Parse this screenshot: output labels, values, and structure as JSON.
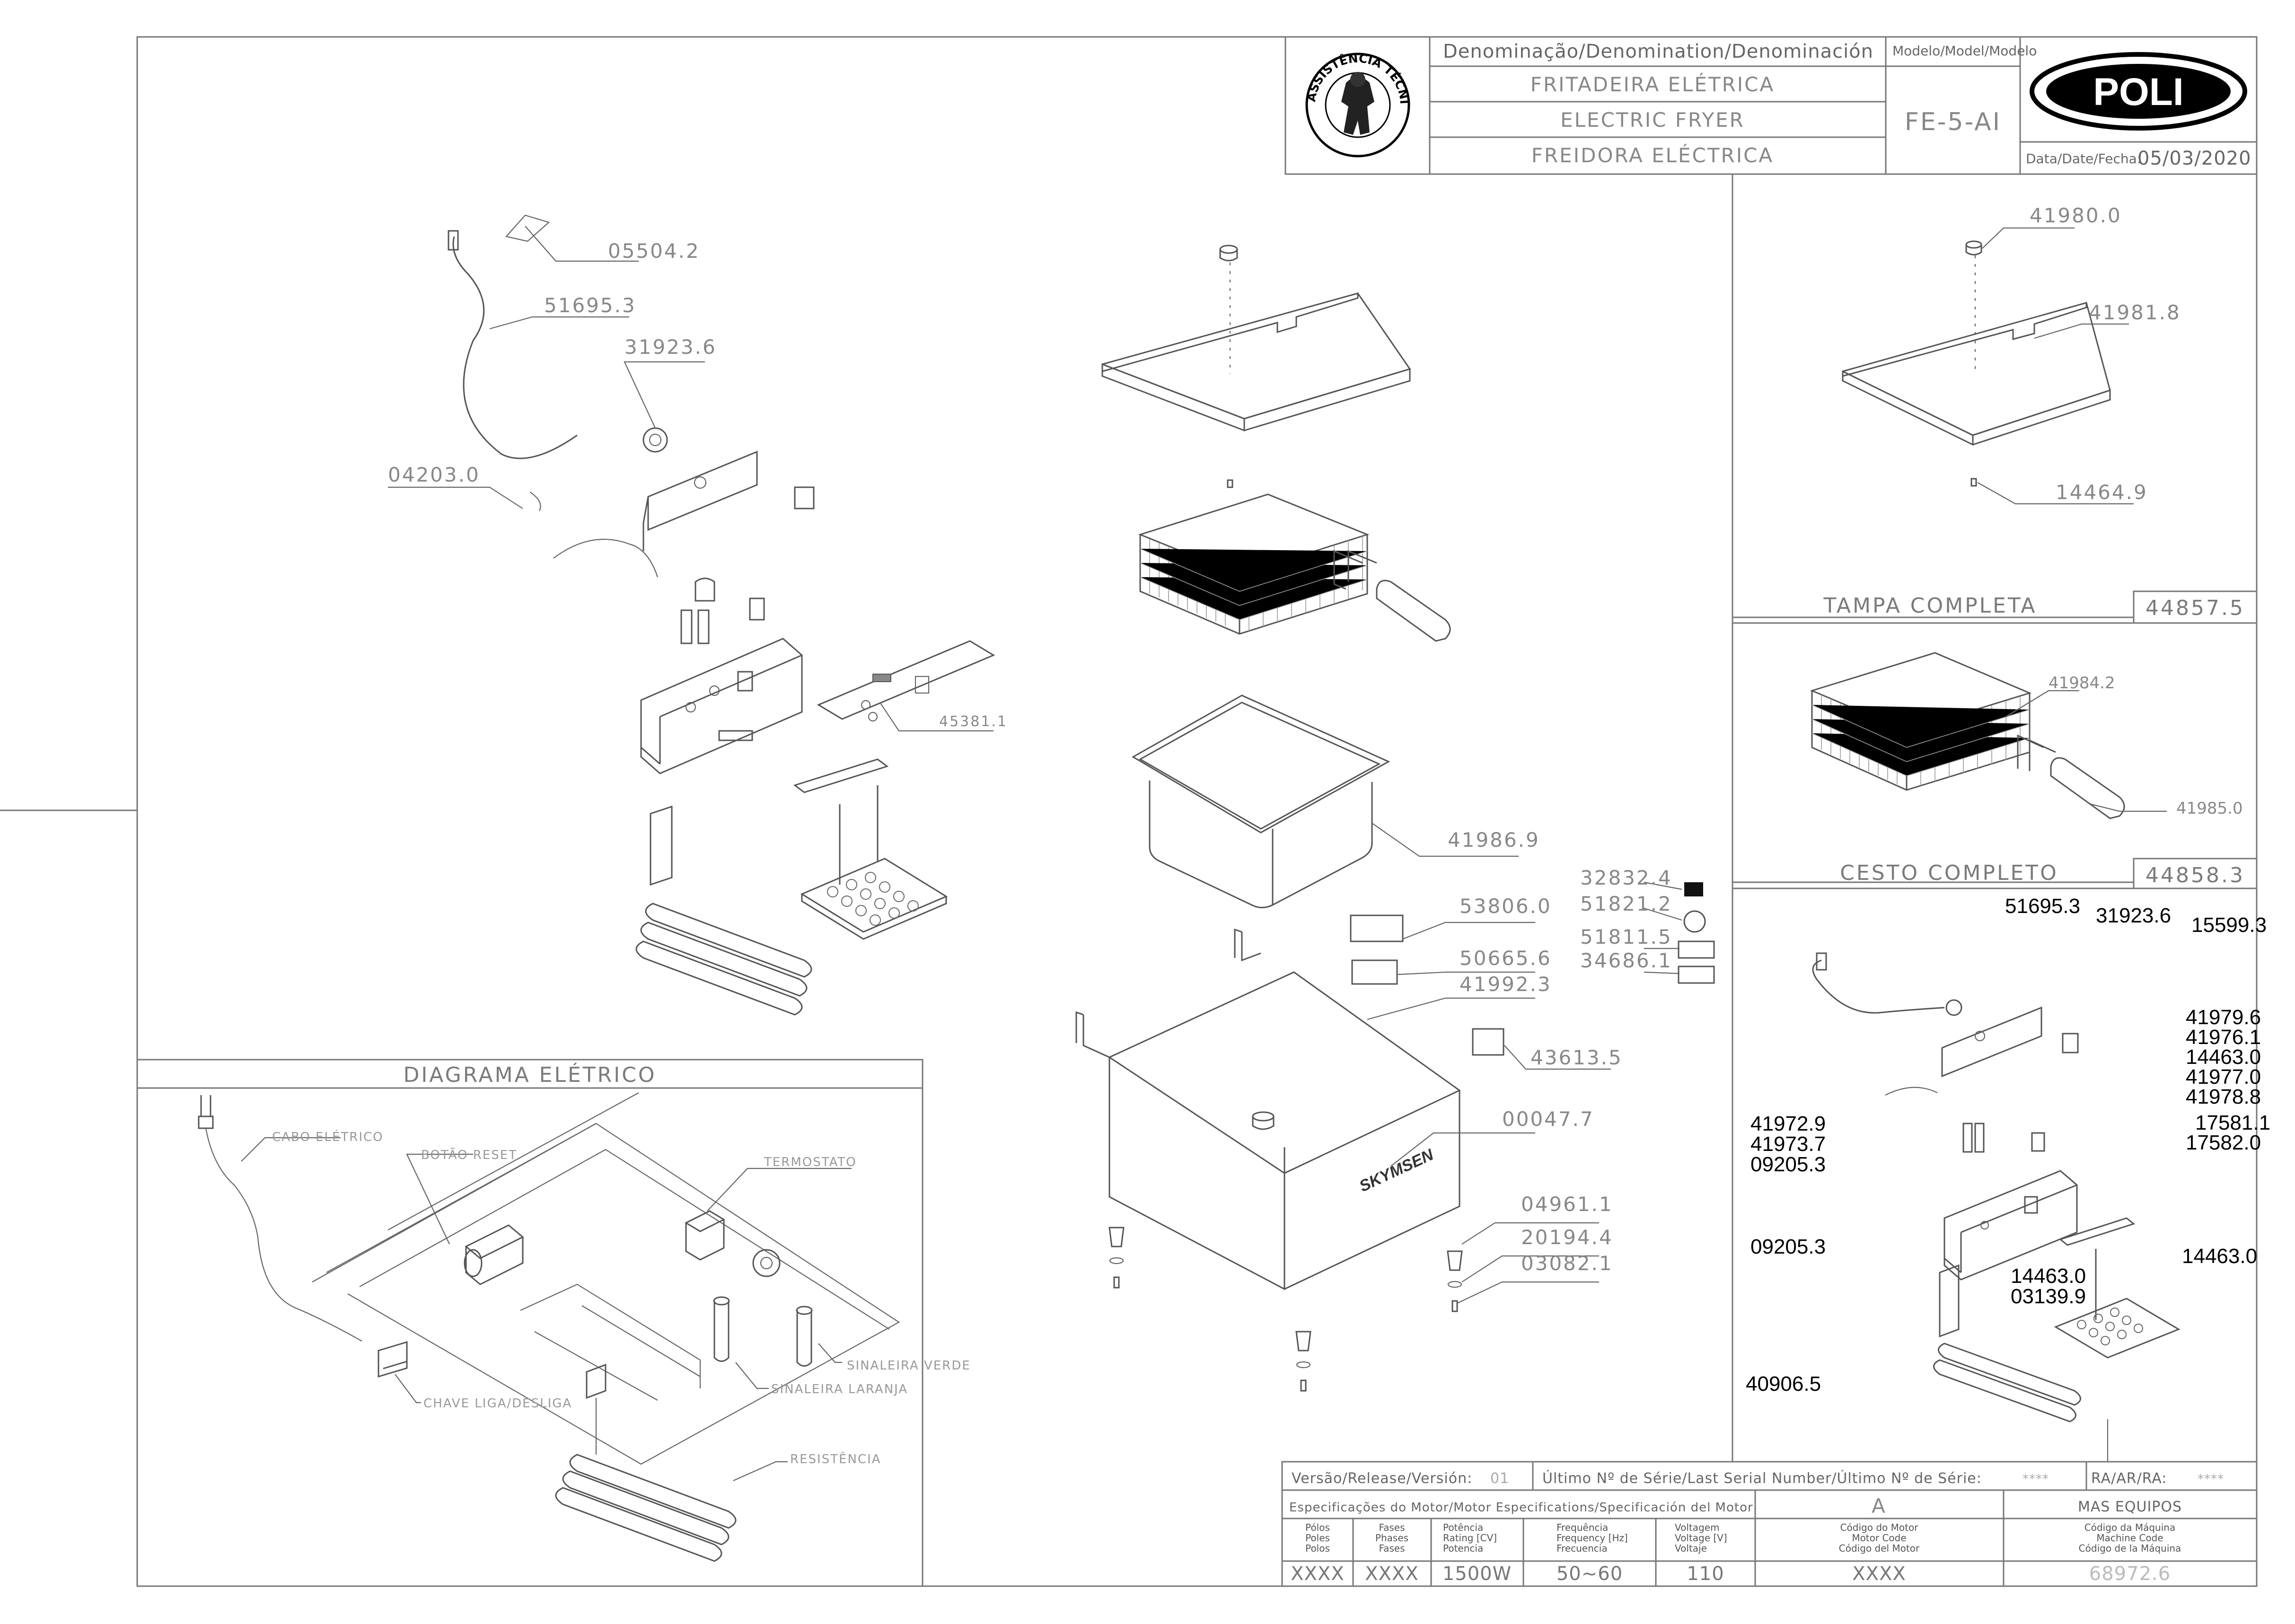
{
  "title_block": {
    "denomination_header": "Denominação/Denomination/Denominación",
    "name_pt": "FRITADEIRA ELÉTRICA",
    "name_en": "ELECTRIC FRYER",
    "name_es": "FREIDORA ELÉCTRICA",
    "model_header": "Modelo/Model/Modelo",
    "model": "FE-5-AI",
    "date_label": "Data/Date/Fecha:",
    "date": "05/03/2020",
    "seal_text": "ASSISTÊNCIA TÉCNICA AUTORIZADA",
    "logo_text": "POLI"
  },
  "main_parts": {
    "p1": "05504.2",
    "p2": "51695.3",
    "p3": "31923.6",
    "p4": "04203.0",
    "p5": "45381.1",
    "p6": "41986.9",
    "p7": "53806.0",
    "p8": "50665.6",
    "p9": "41992.3",
    "p10": "43613.5",
    "p11": "00047.7",
    "p12": "04961.1",
    "p13": "20194.4",
    "p14": "03082.1",
    "p15": "32832.4",
    "p16": "51821.2",
    "p17": "51811.5",
    "p18": "34686.1"
  },
  "lid_panel": {
    "title": "TAMPA COMPLETA",
    "code": "44857.5",
    "p1": "41980.0",
    "p2": "41981.8",
    "p3": "14464.9"
  },
  "basket_panel": {
    "title": "CESTO COMPLETO",
    "code": "44858.3",
    "p1": "41984.2",
    "p2": "41985.0"
  },
  "control_panel": {
    "a": "51695.3",
    "b": "31923.6",
    "c": "15599.3",
    "d": "41979.6",
    "e": "41976.1",
    "f": "14463.0",
    "g": "41977.0",
    "h": "41978.8",
    "i": "17581.1",
    "j": "17582.0",
    "k": "41972.9",
    "l": "41973.7",
    "m": "09205.3",
    "n": "09205.3",
    "o": "14463.0",
    "p": "14463.0",
    "q": "03139.9",
    "r": "40906.5"
  },
  "wiring": {
    "title": "DIAGRAMA ELÉTRICO",
    "cabo": "CABO ELÉTRICO",
    "botao": "BOTÃO RESET",
    "termostato": "TERMOSTATO",
    "sin_verde": "SINALEIRA VERDE",
    "sin_laranja": "SINALEIRA LARANJA",
    "chave": "CHAVE LIGA/DESLIGA",
    "resistencia": "RESISTÊNCIA"
  },
  "footer": {
    "version_label": "Versão/Release/Versión:",
    "version": "01",
    "serial_label": "Último Nº de Série/Last Serial Number/Último Nº de Série:",
    "serial": "****",
    "ra_label": "RA/AR/RA:",
    "ra": "****",
    "motor_spec_label": "Especificações do Motor/Motor Especifications/Specificación del Motor",
    "rev": "A",
    "company": "MAS EQUIPOS",
    "h_poles": [
      "Pólos",
      "Poles",
      "Polos"
    ],
    "h_phases": [
      "Fases",
      "Phases",
      "Fases"
    ],
    "h_power": [
      "Potência",
      "Rating [CV]",
      "Potencia"
    ],
    "h_freq": [
      "Frequência",
      "Frequency [Hz]",
      "Frecuencia"
    ],
    "h_volt": [
      "Voltagem",
      "Voltage [V]",
      "Voltaje"
    ],
    "h_motor": [
      "Código do Motor",
      "Motor Code",
      "Código del Motor"
    ],
    "h_machine": [
      "Código da Máquina",
      "Machine Code",
      "Código de la Máquina"
    ],
    "poles": "XXXX",
    "phases": "XXXX",
    "power": "1500W",
    "freq": "50~60",
    "volt": "110",
    "motor_code": "XXXX",
    "machine_code": "68972.6"
  },
  "vessel_logo": "SKYMSEN"
}
